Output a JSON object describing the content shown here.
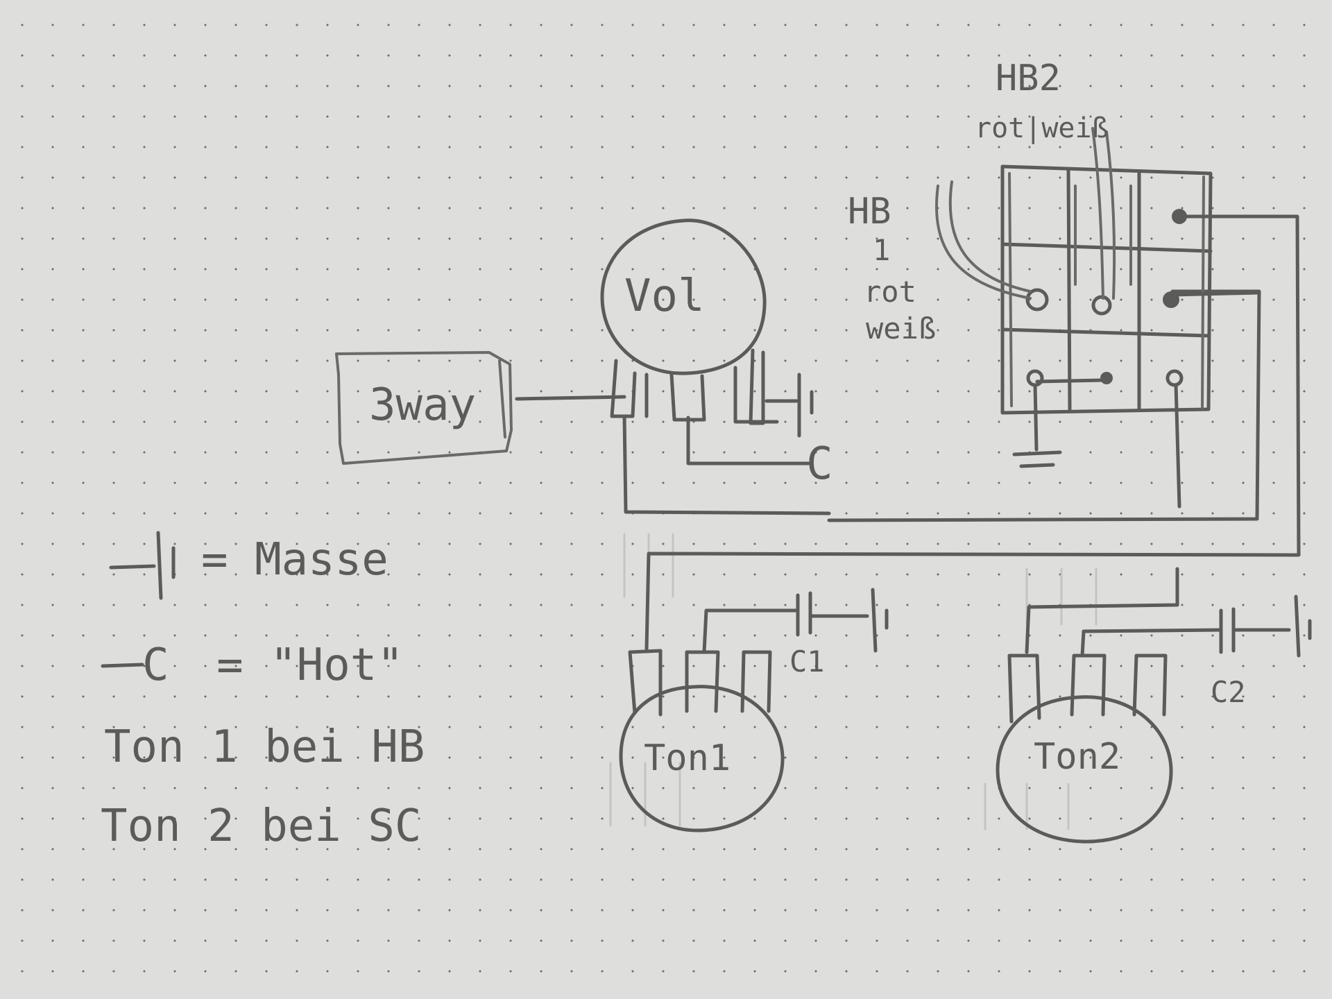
{
  "labels": {
    "vol": "Vol",
    "three_way": "3way",
    "c_terminal": "C",
    "hb2_title": "HB2",
    "hb2_colors": "rot|weiß",
    "hb1_title": "HB",
    "hb1_number": "1",
    "hb1_color_1": "rot",
    "hb1_color_2": "weiß",
    "ton1": "Ton1",
    "ton2": "Ton2",
    "c1": "C1",
    "c2": "C2"
  },
  "legend": {
    "masse": "= Masse",
    "hot": "= \"Hot\"",
    "ton1_note": "Ton 1 bei HB",
    "ton2_note": "Ton 2 bei SC"
  }
}
